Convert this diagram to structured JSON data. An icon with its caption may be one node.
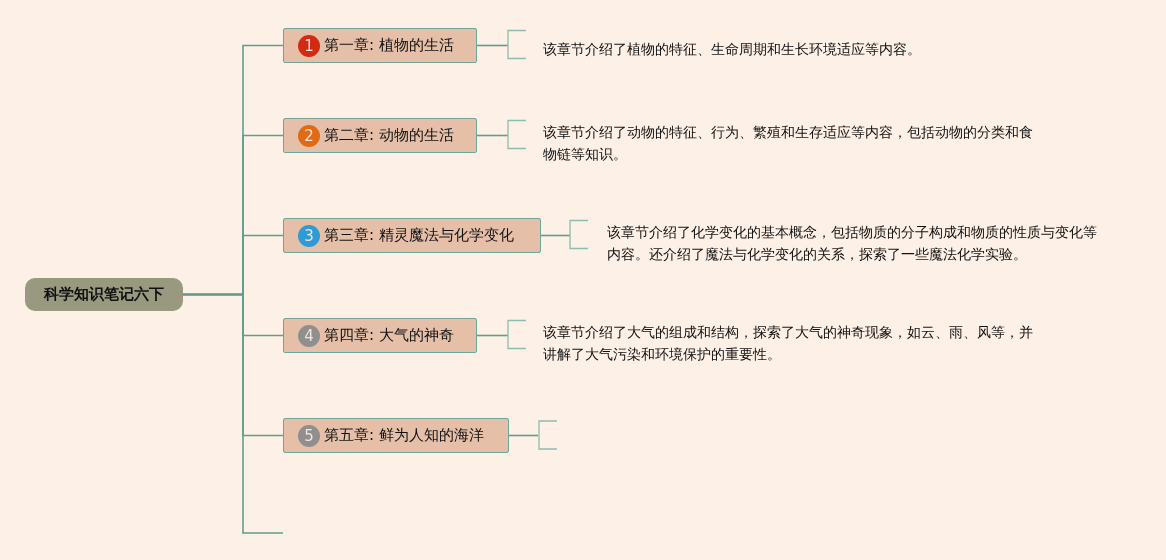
{
  "diagram": {
    "nodes": [
      {
        "text": [
          "科学知识笔记六下"
        ]
      },
      {
        "text": [
          "1",
          "第一章: 植物的生活"
        ]
      },
      {
        "text": [
          "2",
          "第二章: 动物的生活"
        ]
      },
      {
        "text": [
          "3",
          "第三章: 精灵魔法与化学变化"
        ]
      },
      {
        "text": [
          "4",
          "第四章: 大气的神奇"
        ]
      },
      {
        "text": [
          "5",
          "第五章: 鲜为人知的海洋"
        ]
      },
      {
        "text": [
          "该章节介绍了植物的特征、生命周期和生长环境适应等内容。"
        ]
      },
      {
        "text": [
          "该章节介绍了动物的特征、行为、繁殖和生存适应等内容，包括动物的分类和食物链等知识。"
        ]
      },
      {
        "text": [
          "该章节介绍了化学变化的基本概念，包括物质的分子构成和物质的性质与变化等内容。还介绍了魔法与化学变化的关系，探索了一些魔法化学实验。"
        ]
      },
      {
        "text": [
          "该章节介绍了大气的组成和结构，探索了大气的神奇现象，如云、雨、风等，并讲解了大气污染和环境保护的重要性。"
        ]
      },
      {
        "text": [],
        "shape": "bracket"
      }
    ],
    "edges": [
      {
        "from": 0,
        "to": 1,
        "arrow": "none"
      },
      {
        "from": 0,
        "to": 2,
        "arrow": "none"
      },
      {
        "from": 0,
        "to": 3,
        "arrow": "none"
      },
      {
        "from": 0,
        "to": 4,
        "arrow": "none"
      },
      {
        "from": 0,
        "to": 5,
        "arrow": "none"
      },
      {
        "from": 0,
        "to": null,
        "arrow": "none"
      },
      {
        "from": 1,
        "to": 6,
        "arrow": "none"
      },
      {
        "from": 2,
        "to": 7,
        "arrow": "none"
      },
      {
        "from": 3,
        "to": 8,
        "arrow": "none"
      },
      {
        "from": 4,
        "to": 9,
        "arrow": "none"
      },
      {
        "from": 5,
        "to": 10,
        "arrow": "none"
      }
    ]
  }
}
